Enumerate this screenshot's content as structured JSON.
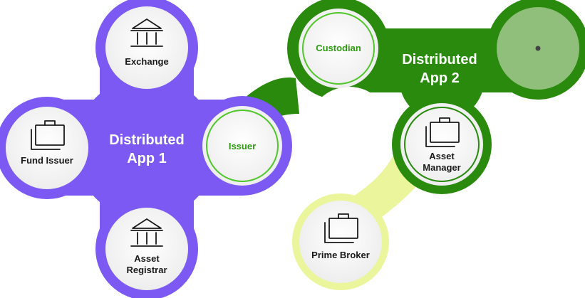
{
  "colors": {
    "app1": "#7b59f2",
    "app2": "#2a8a0e",
    "connector": "#ebf59c",
    "node_fill": "#f7f7f7",
    "issuer_accent": "#4fc62a",
    "placeholder_fill": "#8fbf7a"
  },
  "app1": {
    "title_line1": "Distributed",
    "title_line2": "App 1"
  },
  "app2": {
    "title_line1": "Distributed",
    "title_line2": "App 2"
  },
  "nodes": {
    "exchange": {
      "label": "Exchange",
      "icon": "bank-icon"
    },
    "fund_issuer": {
      "label": "Fund Issuer",
      "icon": "briefcase-stack-icon"
    },
    "issuer": {
      "label": "Issuer"
    },
    "asset_registrar": {
      "label_line1": "Asset",
      "label_line2": "Registrar",
      "icon": "bank-icon"
    },
    "custodian": {
      "label": "Custodian"
    },
    "asset_manager": {
      "label_line1": "Asset",
      "label_line2": "Manager",
      "icon": "briefcase-stack-icon"
    },
    "prime_broker": {
      "label": "Prime Broker",
      "icon": "briefcase-stack-icon"
    }
  }
}
